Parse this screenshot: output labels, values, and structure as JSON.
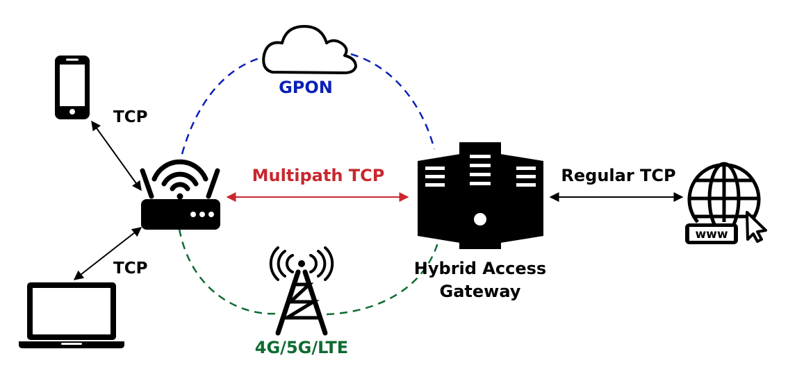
{
  "labels": {
    "tcp_phone": "TCP",
    "tcp_laptop": "TCP",
    "gpon": "GPON",
    "multipath_tcp": "Multipath TCP",
    "regular_tcp": "Regular TCP",
    "gateway_line1": "Hybrid Access",
    "gateway_line2": "Gateway",
    "mobile": "4G/5G/LTE",
    "www": "www"
  },
  "colors": {
    "gpon": "#0a1fb5",
    "multipath": "#c8282e",
    "mobile": "#0e6b32",
    "ink": "#000000"
  },
  "icons": [
    "smartphone-icon",
    "laptop-icon",
    "router-icon",
    "cloud-icon",
    "cell-tower-icon",
    "server-icon",
    "globe-icon",
    "cursor-icon"
  ]
}
